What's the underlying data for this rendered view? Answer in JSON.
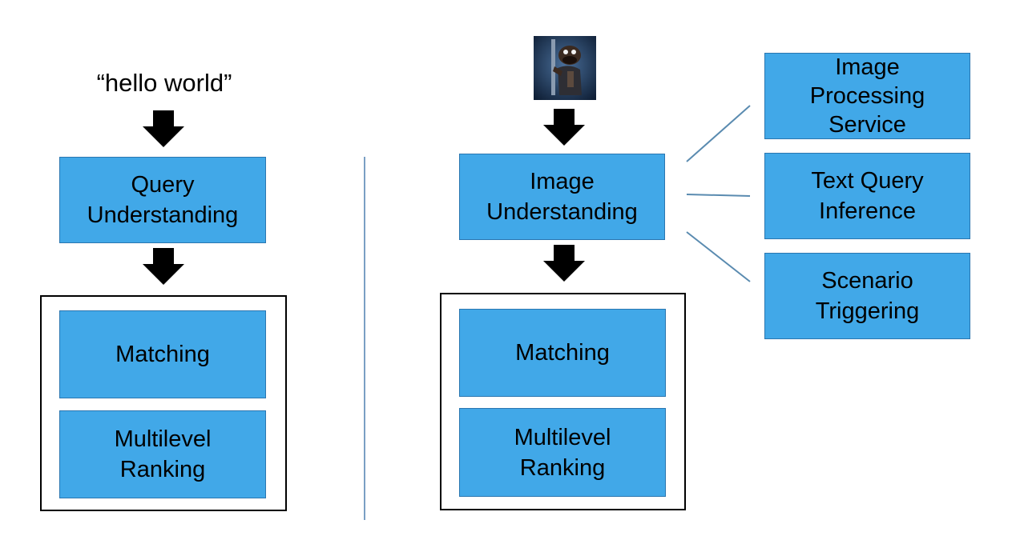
{
  "left_pipeline": {
    "query_text": "“hello world”",
    "understanding_label": "Query\nUnderstanding",
    "matching_label": "Matching",
    "ranking_label": "Multilevel\nRanking"
  },
  "right_pipeline": {
    "image_icon": "muppet-photo-icon",
    "understanding_label": "Image\nUnderstanding",
    "matching_label": "Matching",
    "ranking_label": "Multilevel\nRanking",
    "services": [
      {
        "label": "Image\nProcessing\nService"
      },
      {
        "label": "Text Query\nInference"
      },
      {
        "label": "Scenario\nTriggering"
      }
    ]
  },
  "colors": {
    "box_fill": "#41a8e8",
    "box_border": "#2a76b0",
    "connector": "#5a8bb0",
    "divider": "#7a9fc4"
  }
}
